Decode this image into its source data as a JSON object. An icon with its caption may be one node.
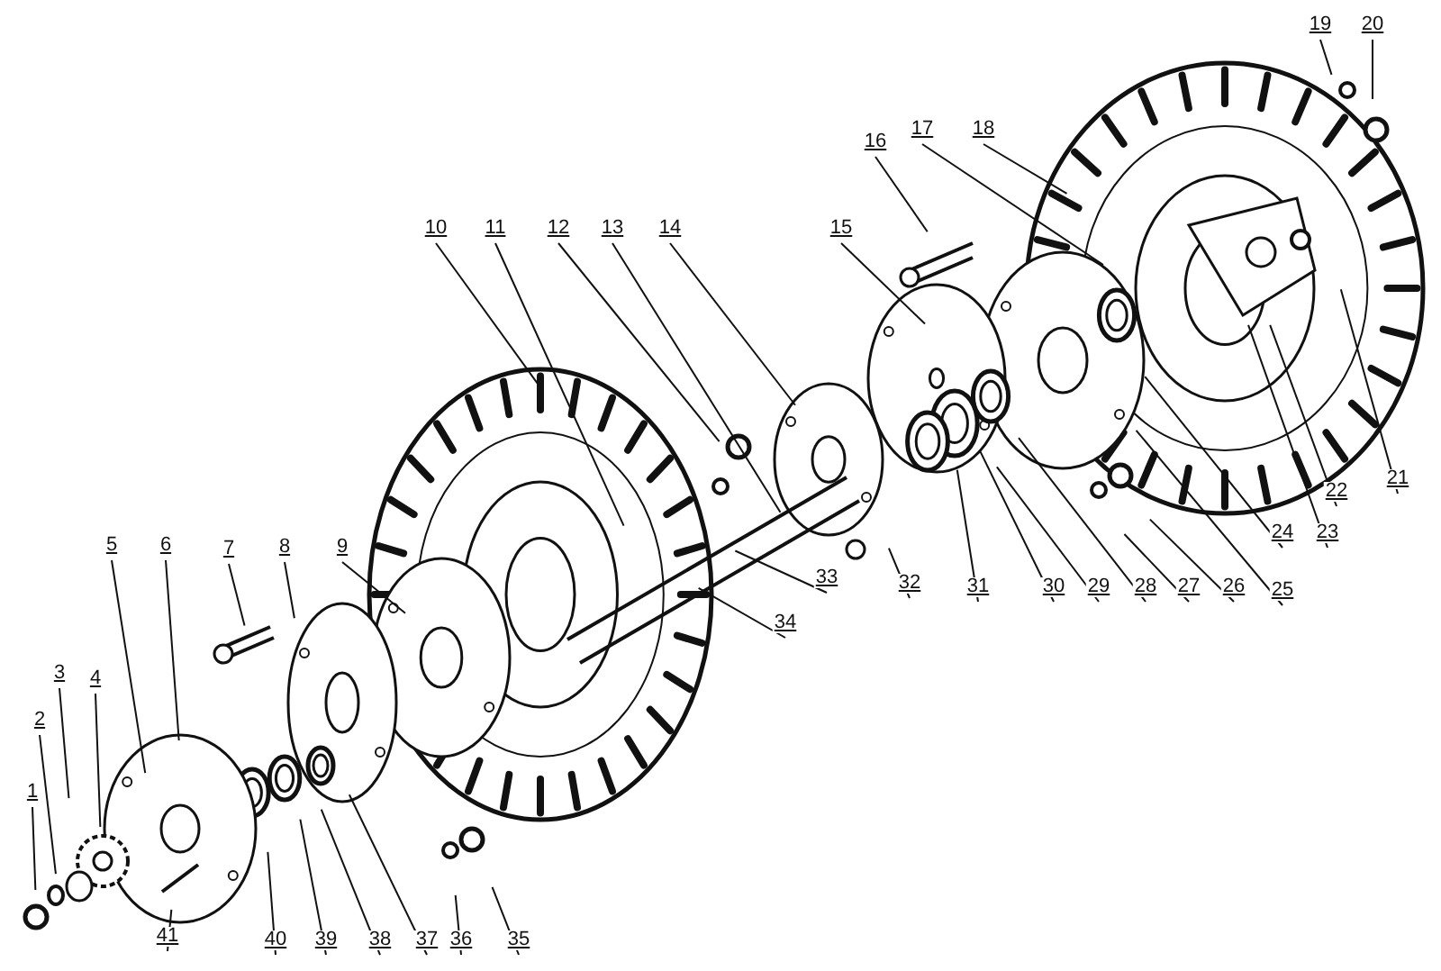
{
  "diagram": {
    "nodes": [
      {
        "text": [
          "1"
        ]
      },
      {
        "text": [
          "2"
        ]
      },
      {
        "text": [
          "3"
        ]
      },
      {
        "text": [
          "4"
        ]
      },
      {
        "text": [
          "5"
        ]
      },
      {
        "text": [
          "6"
        ]
      },
      {
        "text": [
          "7"
        ]
      },
      {
        "text": [
          "8"
        ]
      },
      {
        "text": [
          "9"
        ]
      },
      {
        "text": [
          "10"
        ]
      },
      {
        "text": [
          "11"
        ]
      },
      {
        "text": [
          "12"
        ]
      },
      {
        "text": [
          "13"
        ]
      },
      {
        "text": [
          "14"
        ]
      },
      {
        "text": [
          "15"
        ]
      },
      {
        "text": [
          "16"
        ]
      },
      {
        "text": [
          "17"
        ]
      },
      {
        "text": [
          "18"
        ]
      },
      {
        "text": [
          "19"
        ]
      },
      {
        "text": [
          "20"
        ]
      },
      {
        "text": [
          "21"
        ]
      },
      {
        "text": [
          "22"
        ]
      },
      {
        "text": [
          "23"
        ]
      },
      {
        "text": [
          "24"
        ]
      },
      {
        "text": [
          "25"
        ]
      },
      {
        "text": [
          "26"
        ]
      },
      {
        "text": [
          "27"
        ]
      },
      {
        "text": [
          "28"
        ]
      },
      {
        "text": [
          "29"
        ]
      },
      {
        "text": [
          "30"
        ]
      },
      {
        "text": [
          "31"
        ]
      },
      {
        "text": [
          "32"
        ]
      },
      {
        "text": [
          "33"
        ]
      },
      {
        "text": [
          "34"
        ]
      },
      {
        "text": [
          "35"
        ]
      },
      {
        "text": [
          "36"
        ]
      },
      {
        "text": [
          "37"
        ]
      },
      {
        "text": [
          "38"
        ]
      },
      {
        "text": [
          "39"
        ]
      },
      {
        "text": [
          "40"
        ]
      },
      {
        "text": [
          "41"
        ]
      }
    ],
    "edges": [
      {
        "from": 0,
        "to": null,
        "arrow": "none"
      },
      {
        "from": 1,
        "to": null,
        "arrow": "none"
      },
      {
        "from": 2,
        "to": null,
        "arrow": "none"
      },
      {
        "from": 3,
        "to": null,
        "arrow": "none"
      },
      {
        "from": 4,
        "to": null,
        "arrow": "none"
      },
      {
        "from": 5,
        "to": null,
        "arrow": "none"
      },
      {
        "from": 6,
        "to": null,
        "arrow": "none"
      },
      {
        "from": 7,
        "to": null,
        "arrow": "none"
      },
      {
        "from": 8,
        "to": null,
        "arrow": "none"
      },
      {
        "from": 9,
        "to": null,
        "arrow": "none"
      },
      {
        "from": 10,
        "to": null,
        "arrow": "none"
      },
      {
        "from": 11,
        "to": null,
        "arrow": "none"
      },
      {
        "from": 12,
        "to": null,
        "arrow": "none"
      },
      {
        "from": 13,
        "to": null,
        "arrow": "none"
      },
      {
        "from": 14,
        "to": null,
        "arrow": "none"
      },
      {
        "from": 15,
        "to": null,
        "arrow": "none"
      },
      {
        "from": 16,
        "to": null,
        "arrow": "none"
      },
      {
        "from": 17,
        "to": null,
        "arrow": "none"
      },
      {
        "from": 18,
        "to": null,
        "arrow": "none"
      },
      {
        "from": 19,
        "to": null,
        "arrow": "none"
      },
      {
        "from": 20,
        "to": null,
        "arrow": "none"
      },
      {
        "from": 21,
        "to": null,
        "arrow": "none"
      },
      {
        "from": 22,
        "to": null,
        "arrow": "none"
      },
      {
        "from": 23,
        "to": null,
        "arrow": "none"
      },
      {
        "from": 24,
        "to": null,
        "arrow": "none"
      },
      {
        "from": 25,
        "to": null,
        "arrow": "none"
      },
      {
        "from": 26,
        "to": null,
        "arrow": "none"
      },
      {
        "from": 27,
        "to": null,
        "arrow": "none"
      },
      {
        "from": 28,
        "to": null,
        "arrow": "none"
      },
      {
        "from": 29,
        "to": null,
        "arrow": "none"
      },
      {
        "from": 30,
        "to": null,
        "arrow": "none"
      },
      {
        "from": 31,
        "to": null,
        "arrow": "none"
      },
      {
        "from": 32,
        "to": null,
        "arrow": "none"
      },
      {
        "from": 33,
        "to": null,
        "arrow": "none"
      },
      {
        "from": 34,
        "to": null,
        "arrow": "none"
      },
      {
        "from": 35,
        "to": null,
        "arrow": "none"
      },
      {
        "from": 36,
        "to": null,
        "arrow": "none"
      },
      {
        "from": 37,
        "to": null,
        "arrow": "none"
      },
      {
        "from": 38,
        "to": null,
        "arrow": "none"
      },
      {
        "from": 39,
        "to": null,
        "arrow": "none"
      },
      {
        "from": 40,
        "to": null,
        "arrow": "none"
      }
    ]
  }
}
